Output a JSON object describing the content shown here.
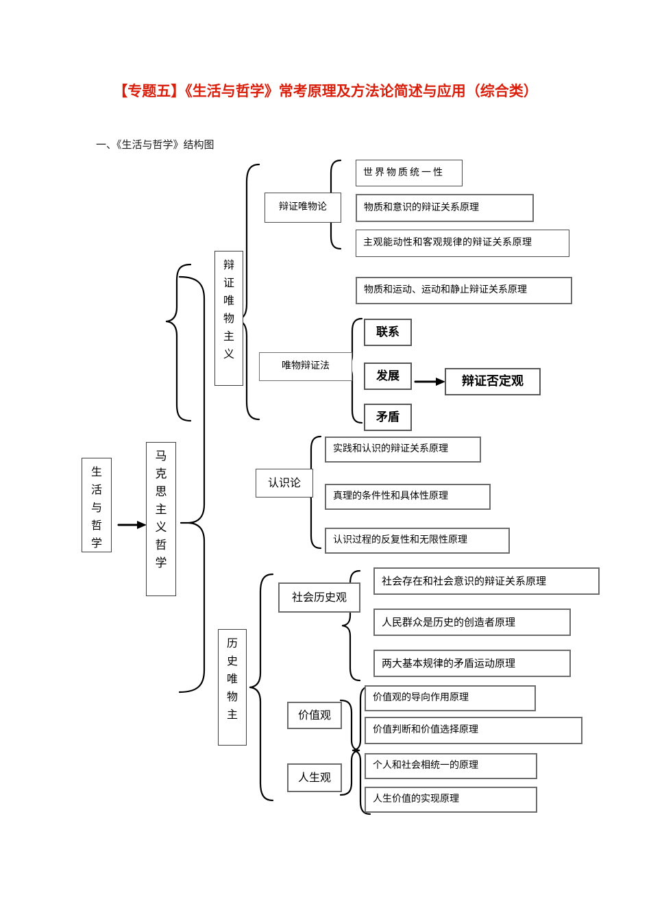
{
  "document": {
    "title": "【专题五】《生活与哲学》常考原理及方法论简述与应用（综合类）",
    "subtitle": "一、《生活与哲学》结构图"
  },
  "colors": {
    "title_red": "#d91f0b",
    "box_border": "#4a4a4a",
    "line": "#000000",
    "background": "#ffffff"
  },
  "diagram": {
    "root": "生活与哲学",
    "trunk": "马克思主义哲学",
    "branch_dialectical_materialism": "辩证唯物主义",
    "branch_historical_materialism": "历史唯物主",
    "nodes": {
      "bianzheng_weiwulun": "辩证唯物论",
      "weiwu_bianzhengfa": "唯物辩证法",
      "renshilun": "认识论",
      "shehui_lishiguan": "社会历史观",
      "jiazhiguan": "价值观",
      "renshengguan": "人生观",
      "lianxi": "联系",
      "fazhan": "发展",
      "maodun": "矛盾",
      "bianzheng_fouding": "辩证否定观"
    },
    "principles": {
      "shijie_wuzhi": "世界物质统一性",
      "wuzhi_yishi": "物质和意识的辩证关系原理",
      "zhuguan_nengdong": "主观能动性和客观规律的辩证关系原理",
      "wuzhi_yundong": "物质和运动、运动和静止辩证关系原理",
      "shijian_renshi": "实践和认识的辩证关系原理",
      "zhenli_tiaojian": "真理的条件性和具体性原理",
      "renshi_guocheng": "认识过程的反复性和无限性原理",
      "shehui_cunzai": "社会存在和社会意识的辩证关系原理",
      "renmin_qunzhong": "人民群众是历史的创造者原理",
      "liangda_guilv": "两大基本规律的矛盾运动原理",
      "jiazhiguan_daoxiang": "价值观的导向作用原理",
      "jiazhi_panduan": "价值判断和价值选择原理",
      "geren_shehui": "个人和社会相统一的原理",
      "rensheng_jiazhi": "人生价值的实现原理"
    }
  }
}
